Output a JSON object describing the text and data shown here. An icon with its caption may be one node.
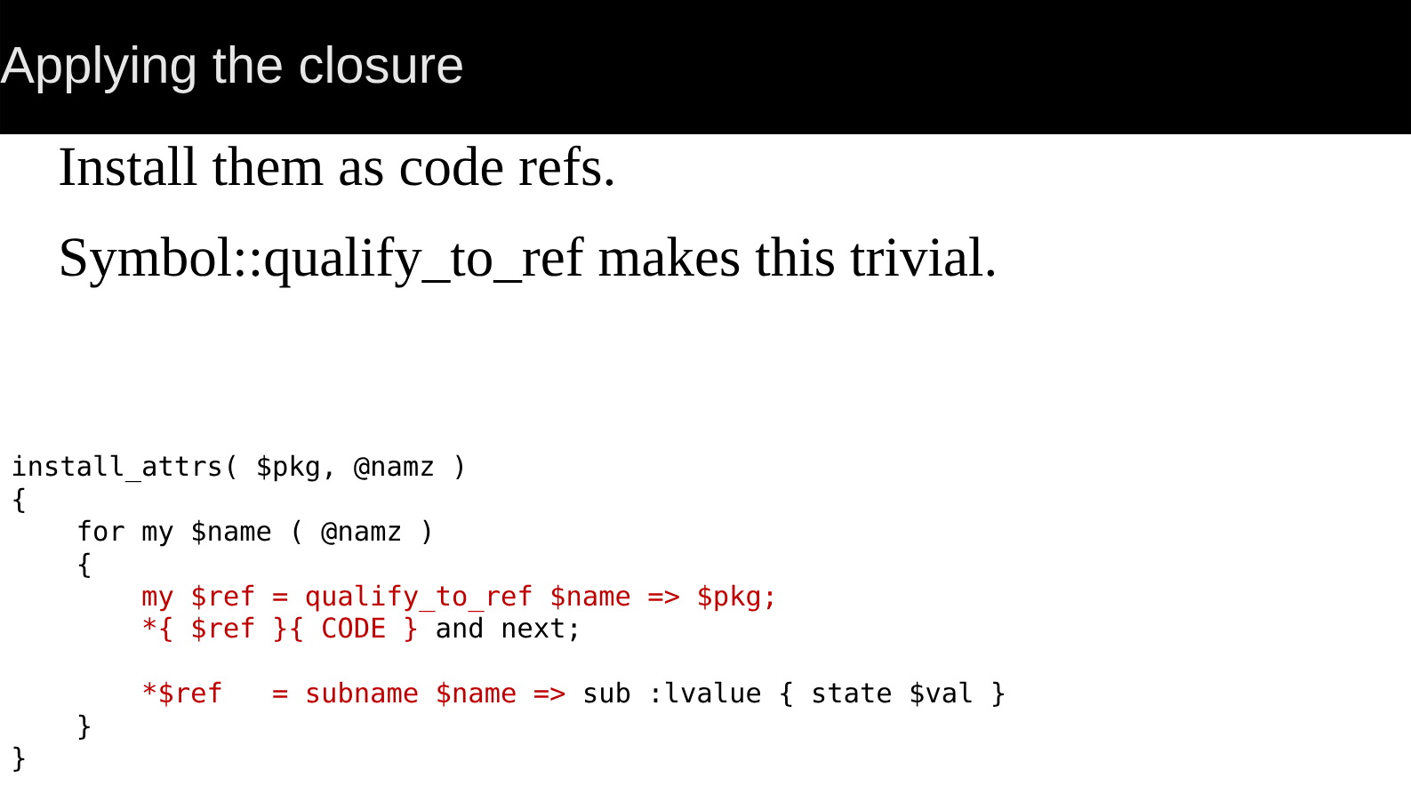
{
  "diagram": {
    "title": "Applying the closure",
    "labels": [
      "Install them as code refs.",
      "Symbol::qualify_to_ref makes this trivial.",
      "install_attrs( $pkg, @namz )",
      "{",
      "for my $name ( @namz )",
      "{",
      "my $ref = qualify_to_ref $name => $pkg;",
      "*{ $ref }{ CODE }",
      "and next;",
      "*$ref",
      "= subname $name =>",
      "sub :lvalue { state $val }",
      "}",
      "}"
    ]
  }
}
